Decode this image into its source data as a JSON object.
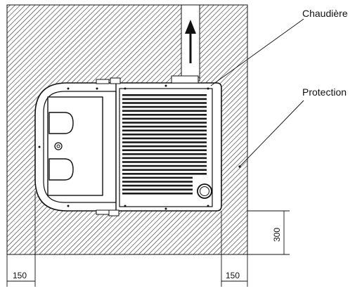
{
  "labels": {
    "boiler": "Chaudière",
    "protection": "Protection"
  },
  "dimensions": {
    "left_clearance": "150",
    "right_clearance": "150",
    "front_clearance": "300"
  },
  "colors": {
    "line": "#111111",
    "hatch": "#333333",
    "background": "#ffffff"
  },
  "icons": {
    "flue_direction": "arrow-up-icon"
  }
}
